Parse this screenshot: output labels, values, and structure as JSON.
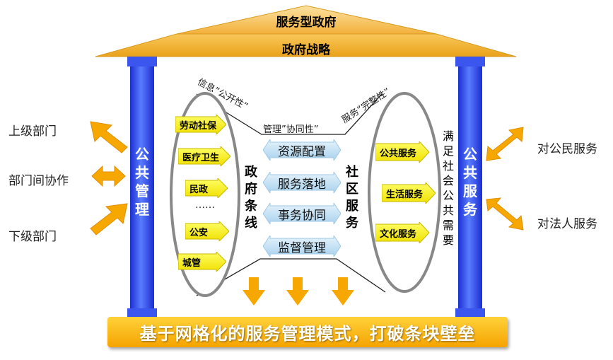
{
  "roof": {
    "top_label": "服务型政府",
    "beam_label": "政府战略"
  },
  "left_pillar": {
    "label": "公共管理"
  },
  "right_pillar": {
    "label": "公共服务"
  },
  "left_side": {
    "items": [
      "上级部门",
      "部门间协作",
      "下级部门"
    ]
  },
  "right_side": {
    "items": [
      "对公民服务",
      "对法人服务"
    ]
  },
  "government_line": {
    "title": "政府条线",
    "items": [
      "劳动社保",
      "医疗卫生",
      "民政",
      "……",
      "公安",
      "城管"
    ]
  },
  "center": {
    "items": [
      "资源配置",
      "服务落地",
      "事务协同",
      "监督管理"
    ],
    "top_annotations": [
      "信息”公开性”",
      "管理”协同性”",
      "服务”完整性”"
    ]
  },
  "community": {
    "title": "社区服务",
    "items": [
      "公共服务",
      "生活服务",
      "文化服务"
    ]
  },
  "social_needs": "满足社会公共需要",
  "banner": "基于网格化的服务管理模式，打破条块壁垒",
  "colors": {
    "pillar_blue": "#2b4ef2",
    "roof_gold": "#f6b73c",
    "arrow_orange": "#f7a800",
    "arrow_yellow": "#ffff33",
    "center_blue": "#c9e4f6"
  }
}
